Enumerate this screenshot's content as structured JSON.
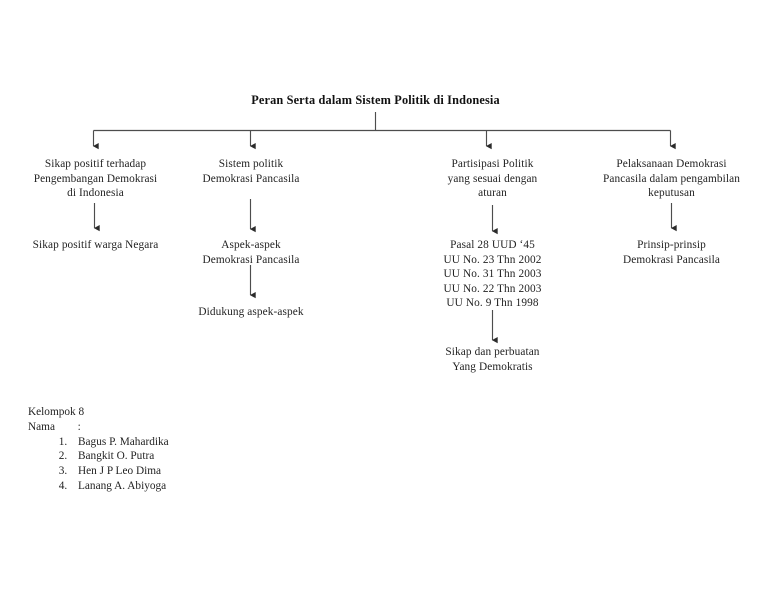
{
  "document": {
    "title": "Peran Serta dalam Sistem Politik di Indonesia",
    "type": "flowchart",
    "background_color": "#ffffff",
    "text_color": "#232323",
    "line_color": "#4d4d4d"
  },
  "diagram": {
    "root": {
      "label": "Peran Serta dalam Sistem Politik di Indonesia"
    },
    "branches": [
      {
        "id": "branch-1",
        "steps": [
          "Sikap positif terhadap\nPengembangan Demokrasi\ndi Indonesia",
          "Sikap positif warga Negara"
        ]
      },
      {
        "id": "branch-2",
        "steps": [
          "Sistem politik\nDemokrasi Pancasila",
          "Aspek-aspek\nDemokrasi Pancasila",
          "Didukung aspek-aspek"
        ]
      },
      {
        "id": "branch-3",
        "steps": [
          "Partisipasi Politik\nyang sesuai dengan\naturan",
          "Pasal 28 UUD ‘45\nUU No. 23 Thn 2002\nUU No. 31 Thn 2003\nUU No. 22 Thn 2003\nUU No. 9 Thn 1998",
          "Sikap dan perbuatan\nYang Demokratis"
        ]
      },
      {
        "id": "branch-4",
        "steps": [
          "Pelaksanaan Demokrasi\nPancasila dalam pengambilan\nkeputusan",
          "Prinsip-prinsip\nDemokrasi Pancasila"
        ]
      }
    ]
  },
  "footer": {
    "group_label": "Kelompok 8",
    "names_label": "Nama        :",
    "names": [
      "Bagus P. Mahardika",
      "Bangkit O. Putra",
      "Hen J P Leo Dima",
      "Lanang A. Abiyoga"
    ]
  }
}
